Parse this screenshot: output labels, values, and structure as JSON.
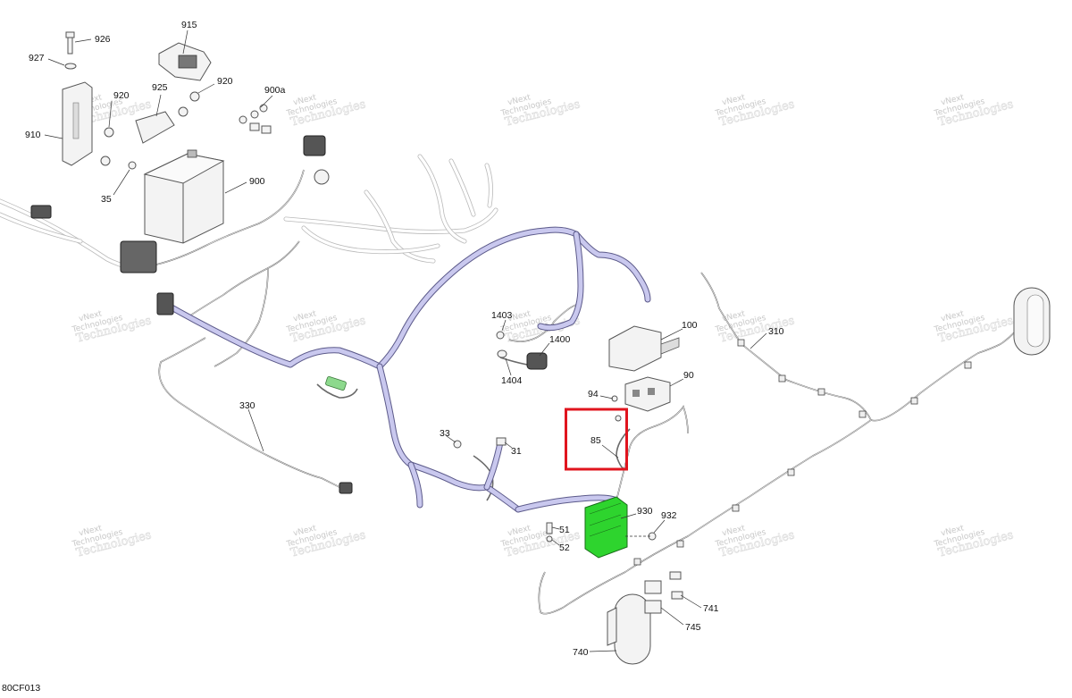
{
  "diagram": {
    "code": "80CF013",
    "watermark_line1": "vNext",
    "watermark_line2": "Technologies",
    "highlight_box_color": "#e0141e",
    "highlight_part_color": "#2ed42e",
    "harness_color": "#c9c8ee",
    "callouts": [
      {
        "id": "c926",
        "label": "926"
      },
      {
        "id": "c927",
        "label": "927"
      },
      {
        "id": "c915",
        "label": "915"
      },
      {
        "id": "c920a",
        "label": "920"
      },
      {
        "id": "c920b",
        "label": "920"
      },
      {
        "id": "c925",
        "label": "925"
      },
      {
        "id": "c900a",
        "label": "900a"
      },
      {
        "id": "c910",
        "label": "910"
      },
      {
        "id": "c35",
        "label": "35"
      },
      {
        "id": "c900",
        "label": "900"
      },
      {
        "id": "c1403",
        "label": "1403"
      },
      {
        "id": "c1400",
        "label": "1400"
      },
      {
        "id": "c1404",
        "label": "1404"
      },
      {
        "id": "c100",
        "label": "100"
      },
      {
        "id": "c90",
        "label": "90"
      },
      {
        "id": "c94",
        "label": "94"
      },
      {
        "id": "c85",
        "label": "85"
      },
      {
        "id": "c310",
        "label": "310"
      },
      {
        "id": "c330",
        "label": "330"
      },
      {
        "id": "c33",
        "label": "33"
      },
      {
        "id": "c31",
        "label": "31"
      },
      {
        "id": "c930",
        "label": "930"
      },
      {
        "id": "c932",
        "label": "932"
      },
      {
        "id": "c51",
        "label": "51"
      },
      {
        "id": "c52",
        "label": "52"
      },
      {
        "id": "c741",
        "label": "741"
      },
      {
        "id": "c745",
        "label": "745"
      },
      {
        "id": "c740",
        "label": "740"
      }
    ]
  }
}
